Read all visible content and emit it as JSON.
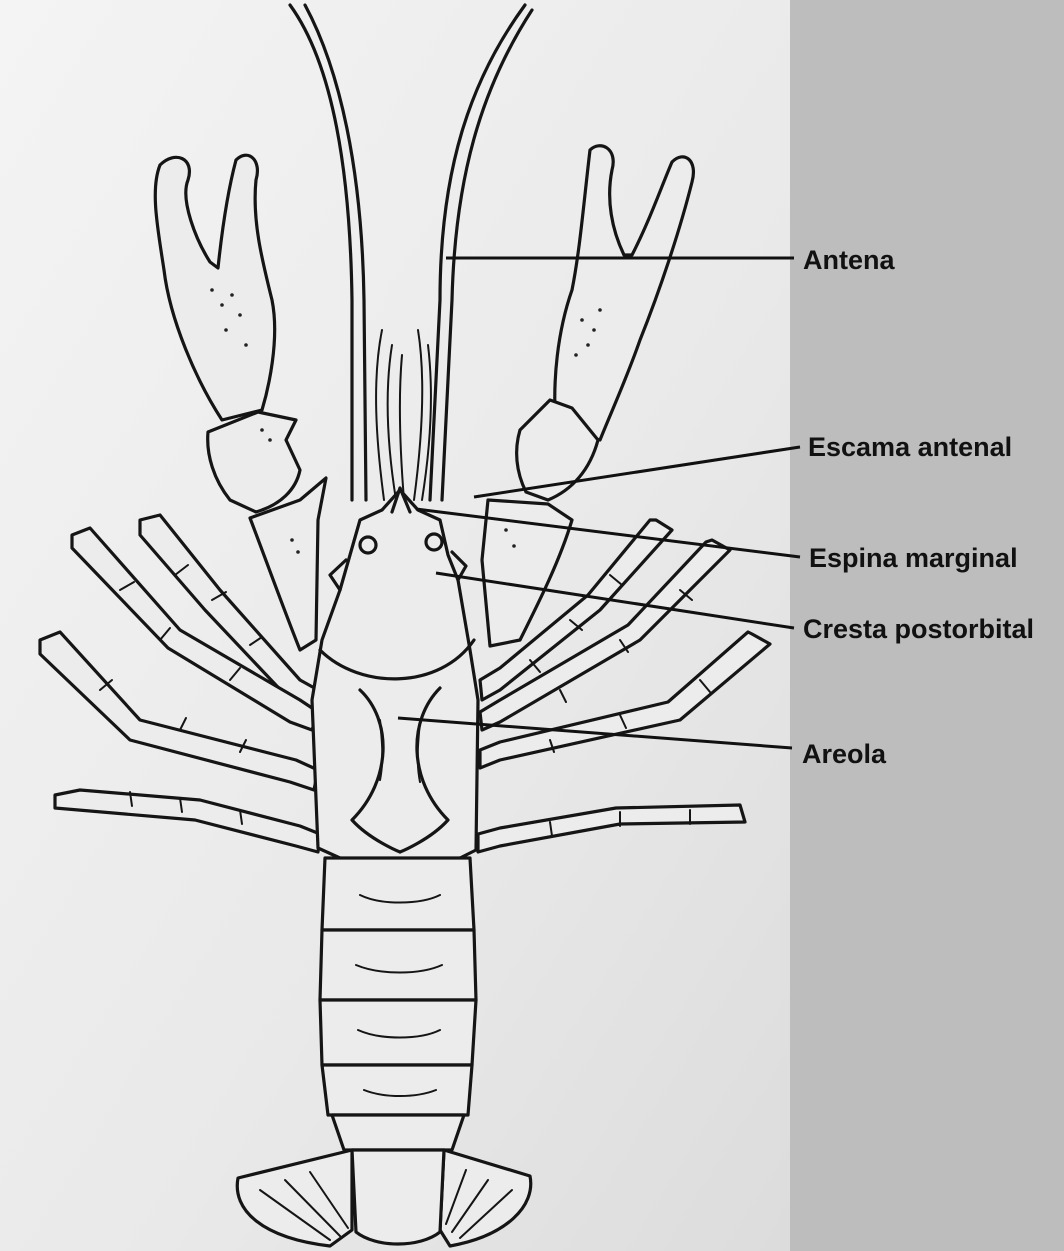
{
  "colors": {
    "paper": "#eeeeee",
    "side_panel": "#bdbdbd",
    "ink": "#151515",
    "label_text": "#111111"
  },
  "labels": {
    "antena": "Antena",
    "escama_antenal": "Escama antenal",
    "espina_marginal": "Espina marginal",
    "cresta_postorbital": "Cresta postorbital",
    "areola": "Areola"
  }
}
